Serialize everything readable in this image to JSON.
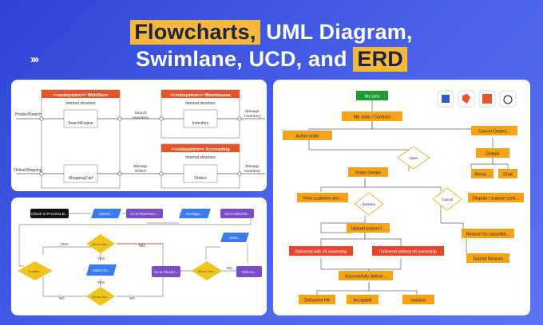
{
  "header": {
    "title_line1": [
      {
        "text": "Flowcharts,",
        "hl": true
      },
      {
        "text": " UML Diagram,",
        "hl": false
      }
    ],
    "title_line2": [
      {
        "text": "Swimlane, UCD, and ",
        "hl": false
      },
      {
        "text": "ERD",
        "hl": true
      }
    ],
    "chevrons": "›››"
  },
  "colors": {
    "accent": "#f5b83a",
    "uml_header": "#e8542a",
    "jobs_green": "#1f9a2e",
    "node_orange": "#f6a31a",
    "node_red": "#e8462a",
    "decision_yellow": "#f0c419",
    "process_purple": "#7b4cc7",
    "input_blue": "#3b7bf0",
    "start_black": "#111111"
  },
  "uml": {
    "boxes": [
      {
        "header": "<<subsystem>> WebStore",
        "sub": "Internal structure",
        "component": "SearchEngine",
        "component2": "ShoppingCart"
      },
      {
        "header": "<<subsystem>> Warehouses",
        "sub": "Internal structure",
        "component": "Inventory"
      },
      {
        "header": "<<subsystem>> Accounting",
        "sub": "Internal structure",
        "component": "Orders"
      }
    ],
    "labels": {
      "product_search": "ProductSearch",
      "online_shopping": "OnlineShopping",
      "search_inventory": "Search\nInventory",
      "manage_orders": "Manage\nOrders",
      "manage_inventory_1": "Manage\nInventory",
      "manage_inventory_2": "Manage\nInventory"
    }
  },
  "flow": {
    "start": "Check in Process B...",
    "nodes": [
      "Select I...",
      "Go to Flowchart I...",
      "Investiga...",
      "Go to Select B...",
      "Go to Con...",
      "Select Go...",
      "Go to Check I...",
      "Go to Con...",
      "Choo...",
      "Click on..."
    ],
    "decision_left": "In area...",
    "edge_labels": {
      "yes1": "YES",
      "no1": "NO",
      "yes2": "YES",
      "no2": "NO",
      "yes3": "YES",
      "no3": "NO",
      "no4": "NO"
    }
  },
  "jobs": {
    "icons": [
      "word-icon",
      "office-icon",
      "layout-icon",
      "power-icon"
    ],
    "my_jobs": "My jobs",
    "my_jobs_contract": "My Jobs / Contract",
    "active_order": "Active order",
    "open": "Open",
    "cancel_orders": "Cancel Orders...",
    "details": "Details",
    "remo": "Remo...",
    "chat": "Chat",
    "order_details": "Order Details",
    "view_customer": "View customer pro...",
    "delivery": "Delivery",
    "cancel": "Cancel",
    "dispute": "Dispute / support cont...",
    "upload_project": "Upload project f...",
    "reason_for_cancel": "Reason for cancellat...",
    "delivered_with": "Delivered with nft ownership",
    "delivered_without": "Delivered without nft ownership",
    "submit_reason": "Submit Reason",
    "successfully": "Successfully deliver...",
    "delivered_nft": "Delivered Nft",
    "accepted": "Accepted",
    "revision": "revision"
  }
}
